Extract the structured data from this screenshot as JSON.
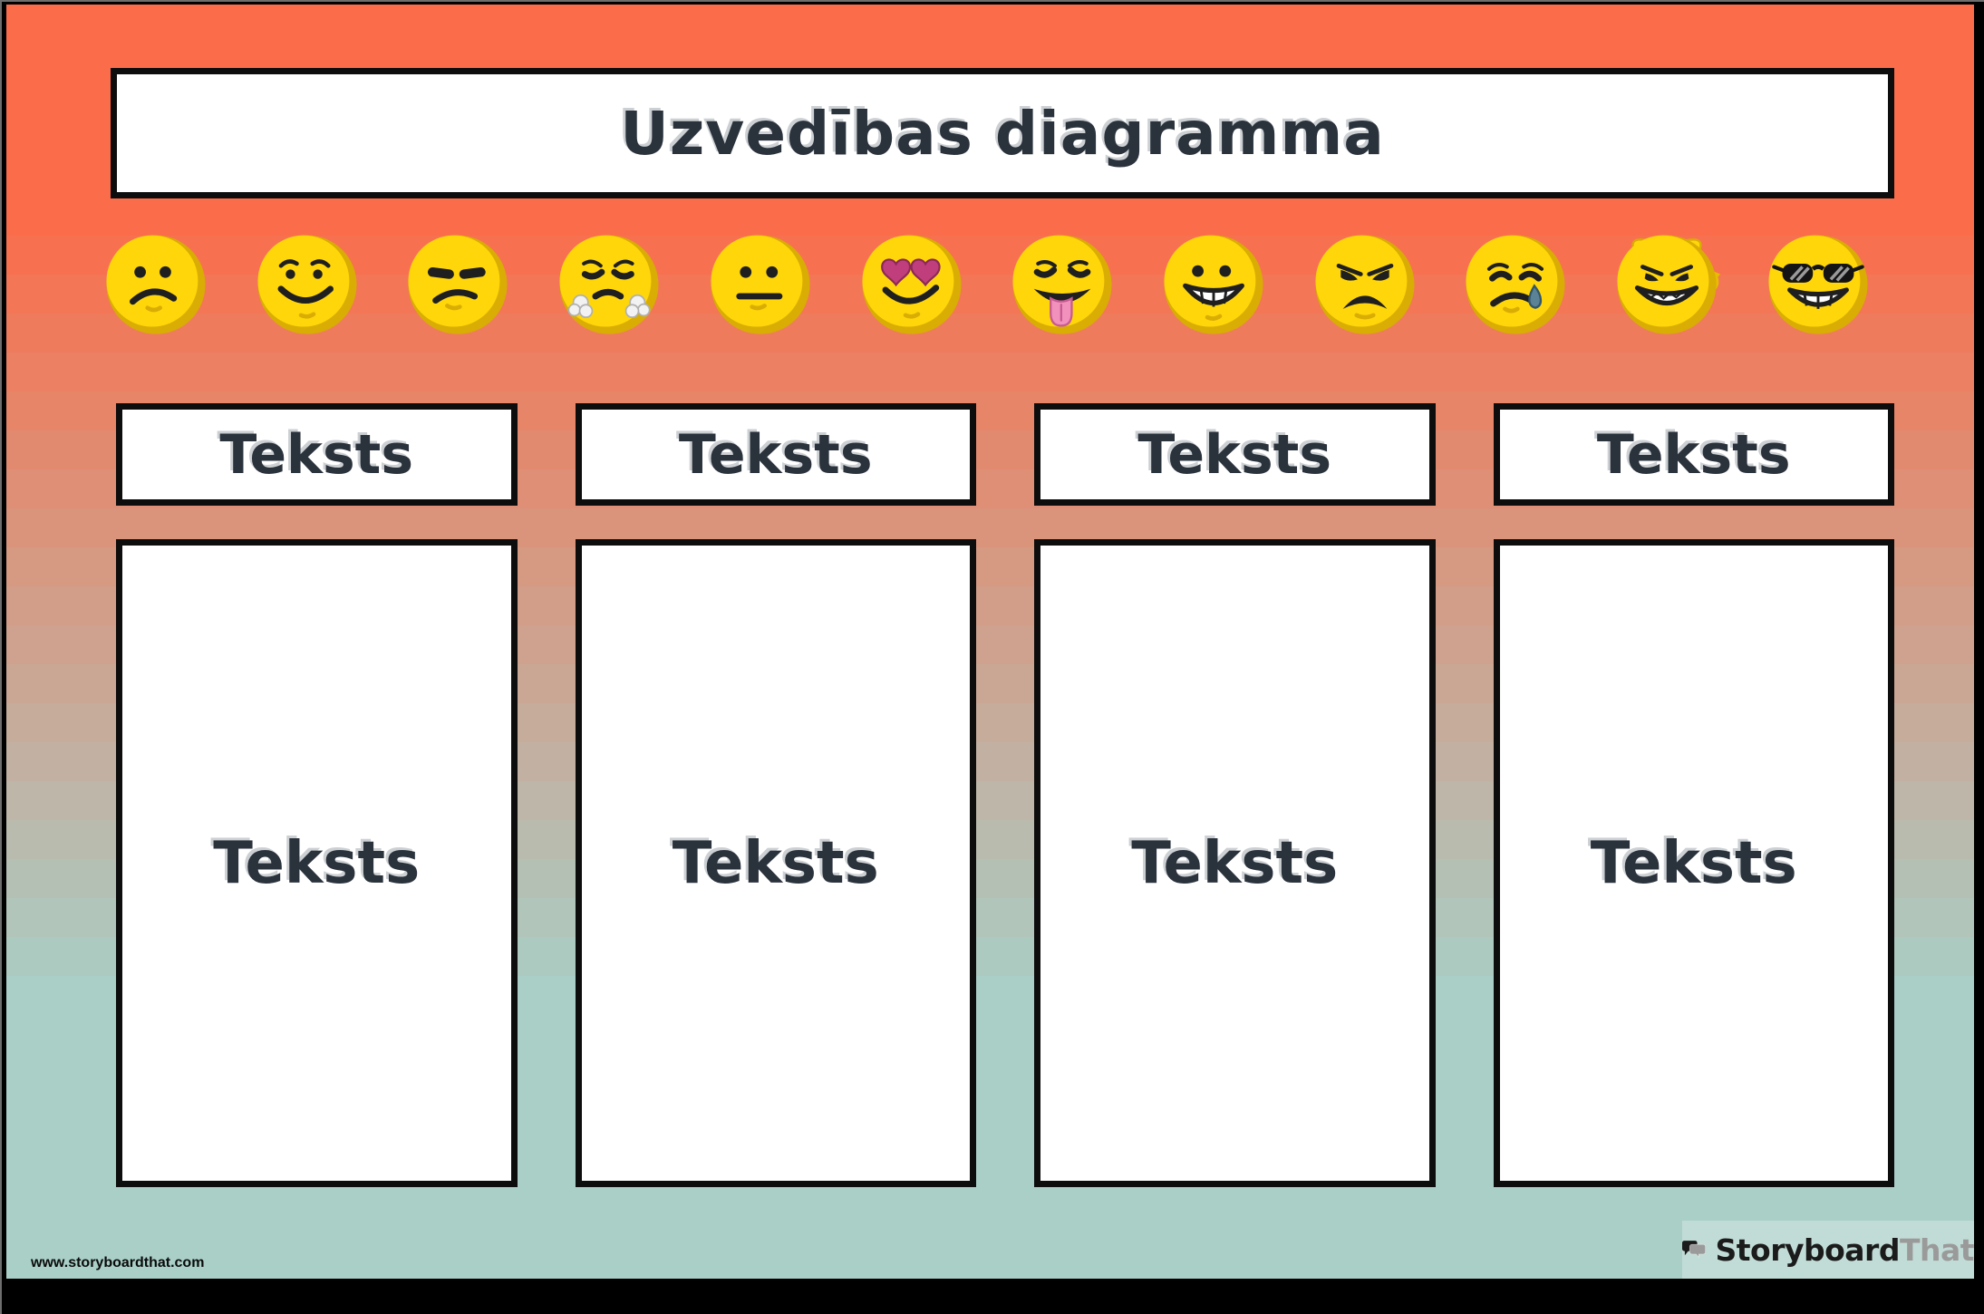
{
  "page": {
    "title": "Uzvedības diagramma"
  },
  "theme": {
    "gradient_top": "#FB6C4A",
    "gradient_bottom": "#A9CFC7",
    "ink": "#2a323c",
    "box_border": "#0d0d0d",
    "emoji_yellow": "#FFD60A",
    "emoji_gold": "#D9AD03"
  },
  "emojis": [
    {
      "key": "sad",
      "name": "sad-face"
    },
    {
      "key": "happy",
      "name": "smiling-face"
    },
    {
      "key": "unamused",
      "name": "unamused-face"
    },
    {
      "key": "steam",
      "name": "steam-from-nose-face"
    },
    {
      "key": "neutral",
      "name": "neutral-face"
    },
    {
      "key": "heart",
      "name": "heart-eyes-face"
    },
    {
      "key": "tongue",
      "name": "tongue-out-face"
    },
    {
      "key": "grin",
      "name": "grinning-face"
    },
    {
      "key": "angry",
      "name": "angry-face"
    },
    {
      "key": "cry",
      "name": "crying-face"
    },
    {
      "key": "devil",
      "name": "devil-face"
    },
    {
      "key": "cool",
      "name": "cool-sunglasses-face"
    }
  ],
  "columns": [
    {
      "header": "Teksts",
      "body": "Teksts"
    },
    {
      "header": "Teksts",
      "body": "Teksts"
    },
    {
      "header": "Teksts",
      "body": "Teksts"
    },
    {
      "header": "Teksts",
      "body": "Teksts"
    }
  ],
  "footer": {
    "website": "www.storyboardthat.com",
    "logo_primary": "Storyboard",
    "logo_secondary": "That"
  }
}
